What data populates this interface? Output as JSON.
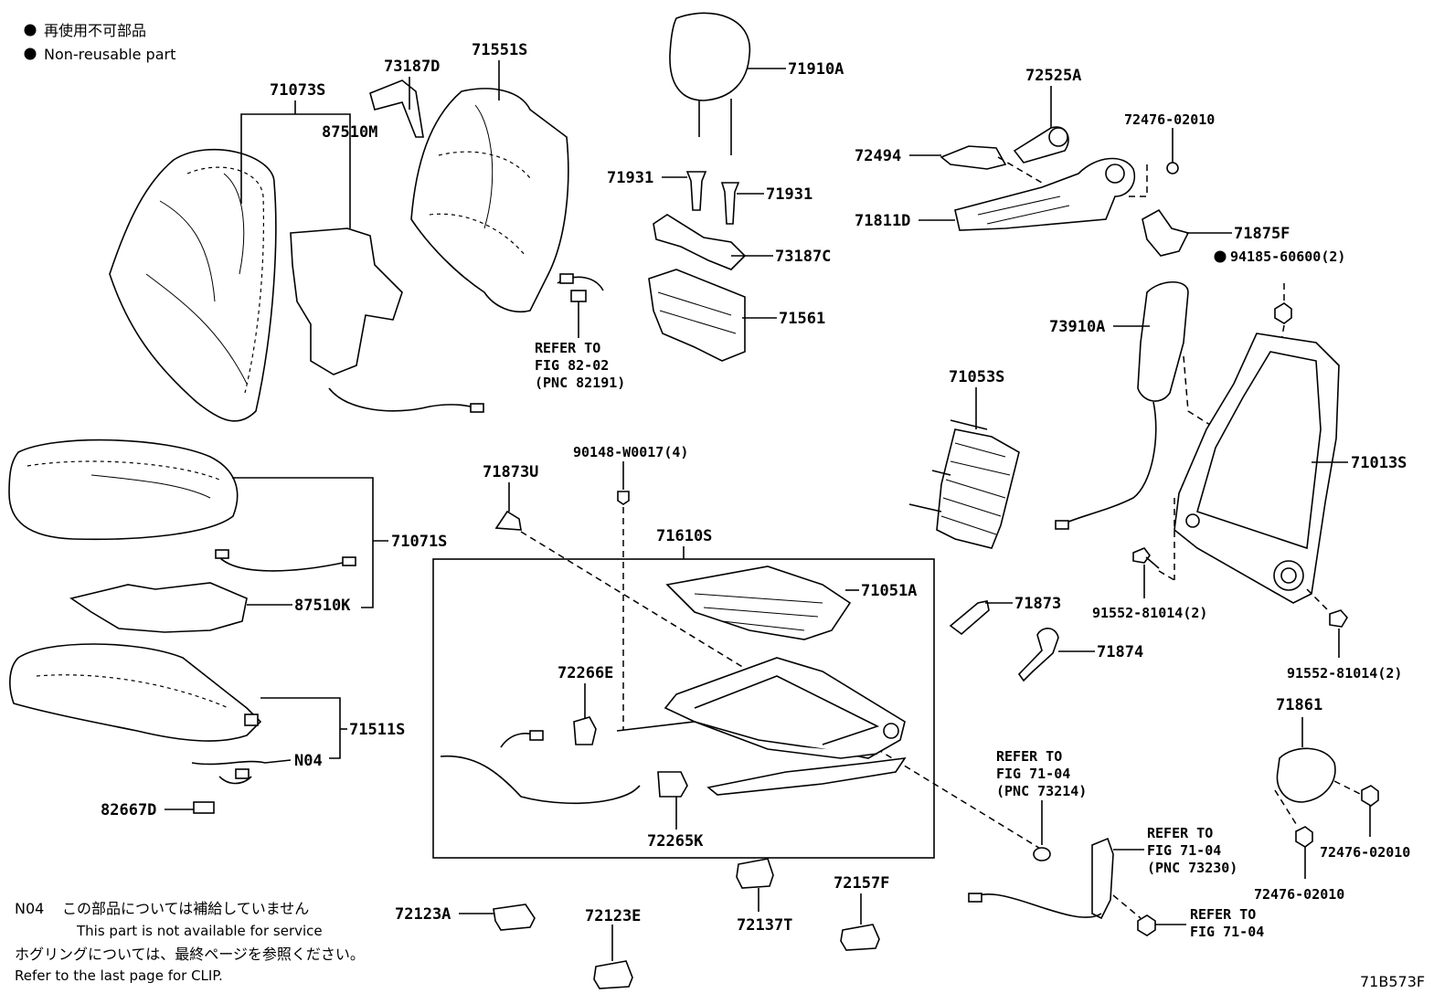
{
  "legend": [
    {
      "bullet": "●",
      "text": "再使用不可部品"
    },
    {
      "bullet": "●",
      "text": "Non-reusable part"
    }
  ],
  "labels": {
    "p71073S": "71073S",
    "p73187D": "73187D",
    "p71551S": "71551S",
    "p87510M": "87510M",
    "p71910A": "71910A",
    "p72525A": "72525A",
    "p72476_a": "72476-02010",
    "p72494": "72494",
    "p71931_a": "71931",
    "p71931_b": "71931",
    "p71811D": "71811D",
    "p71875F": "71875F",
    "p94185": "94185-60600(2)",
    "p73187C": "73187C",
    "p71561": "71561",
    "p73910A": "73910A",
    "p71053S": "71053S",
    "p71013S": "71013S",
    "p90148": "90148-W0017(4)",
    "p71873U": "71873U",
    "p71610S": "71610S",
    "p71071S": "71071S",
    "p71051A": "71051A",
    "p71873": "71873",
    "p91552_a": "91552-81014(2)",
    "p87510K": "87510K",
    "p71874": "71874",
    "p91552_b": "91552-81014(2)",
    "p72266E": "72266E",
    "p71861": "71861",
    "p71511S": "71511S",
    "pN04": "N04",
    "p82667D": "82667D",
    "p72265K": "72265K",
    "p72476_b": "72476-02010",
    "p72476_c": "72476-02010",
    "p72123A": "72123A",
    "p72123E": "72123E",
    "p72137T": "72137T",
    "p72157F": "72157F"
  },
  "refs": {
    "fig8202": [
      "REFER TO",
      "FIG 82-02",
      "(PNC 82191)"
    ],
    "fig7104_a": [
      "REFER TO",
      "FIG 71-04",
      "(PNC 73214)"
    ],
    "fig7104_b": [
      "REFER TO",
      "FIG 71-04",
      "(PNC 73230)"
    ],
    "fig7104_c": [
      "REFER TO",
      "FIG 71-04"
    ]
  },
  "notes": {
    "n04_code": "N04",
    "n04_jp": "この部品については補給していません",
    "n04_en": "This part is not available for service",
    "clip_jp": "ホグリングについては、最終ページを参照ください。",
    "clip_en": "Refer to the last page for CLIP."
  },
  "figure_code": "71B573F"
}
